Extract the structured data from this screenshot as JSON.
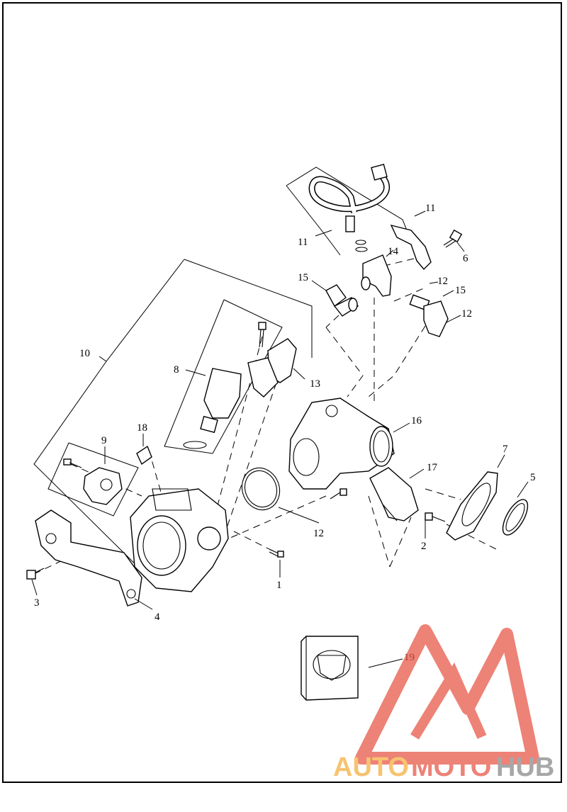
{
  "callouts": [
    "1",
    "2",
    "3",
    "4",
    "5",
    "6",
    "7",
    "8",
    "9",
    "10",
    "11",
    "11",
    "12",
    "12",
    "12",
    "13",
    "14",
    "15",
    "15",
    "16",
    "17",
    "18",
    "19"
  ],
  "watermark": {
    "part1": "AUTO",
    "part2": "MOTO",
    "part3": "HUB",
    "color_orange": "#f5b041",
    "color_red": "#e8594a",
    "color_gray": "#8a8a8a"
  }
}
